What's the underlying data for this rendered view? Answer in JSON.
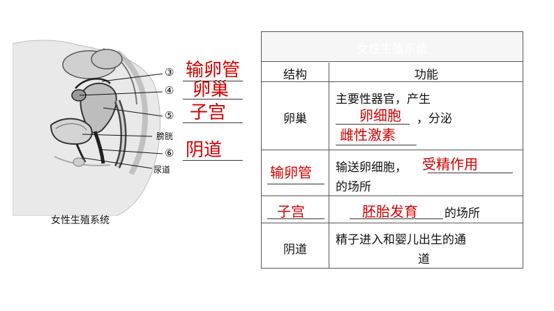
{
  "figure": {
    "caption": "女性生殖系统",
    "labels": {
      "n3": "③",
      "n4": "④",
      "n5": "⑤",
      "bladder": "膀胱",
      "n6": "⑥",
      "urethra": "尿道"
    },
    "answers": {
      "a3": "输卵管",
      "a4": "卵巢",
      "a5": "子宫",
      "a6": "阴道"
    }
  },
  "table": {
    "title": "女性生殖系统",
    "headers": {
      "structure": "结构",
      "function": "功能"
    },
    "rows": [
      {
        "structure": "卵巢",
        "func_line1": "主要性器官，产生",
        "func_line2": "，分泌",
        "answer1": "卵细胞",
        "answer2": "雌性激素"
      },
      {
        "structure": "输卵管",
        "func_line1": "输送卵细胞，",
        "func_line2": "的场所",
        "answer1": "受精作用"
      },
      {
        "structure": "子宫",
        "func_line1": "的场所",
        "answer1": "胚胎发育"
      },
      {
        "structure": "阴道",
        "func_line1": "精子进入和婴儿出生的通",
        "func_line2": "道"
      }
    ]
  },
  "colors": {
    "answer": "#d40000",
    "title_band": "#f6f6f6",
    "border": "#555555"
  }
}
